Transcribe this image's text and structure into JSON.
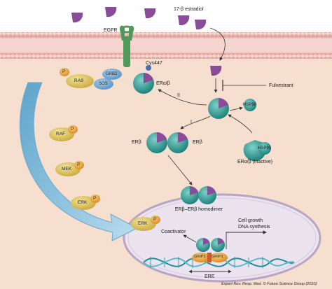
{
  "labels": {
    "estradiol": "17-β estradiol",
    "egfr": "EGFR",
    "cys447": "Cys447",
    "er_alpha_beta": "ERα/β",
    "fulvestrant": "Fulvestrant",
    "step_ii": "II",
    "step_i": "I",
    "er_beta_left": "ERβ",
    "er_beta_right": "ERβ",
    "hsp90_top": "HSP90",
    "hsp90_bottom": "HSP90",
    "er_inactive": "ERα/β (inactive)",
    "homodimer": "ERβ–ERβ homodimer",
    "coactivator": "Coactivator",
    "cell_growth": "Cell growth",
    "dna_synthesis": "DNA synthesis",
    "grip1_left": "GRIP1",
    "grip1_right": "GRIP1",
    "ere": "ERE"
  },
  "signaling": {
    "ras": "RAS",
    "raf": "RAF",
    "mek": "MEK",
    "erk": "ERK",
    "erk_nucleus": "ERK",
    "grb2": "GRB2",
    "sos": "SOS",
    "phospho": "P"
  },
  "credit": {
    "journal": "Expert Rev. Resp. Med.",
    "publisher": "© Future Science Group (2010)"
  },
  "colors": {
    "cytoplasm": "#f6dccb",
    "membrane_head": "#e6a9a4",
    "nucleus": "#eae4ee",
    "receptor_teal": "#2a9c95",
    "ligand_purple": "#8a4c99",
    "kinase_yellow": "#d8be55",
    "phospho_orange": "#e6a33a",
    "arrow_blue": "#79b6d6",
    "egfr_green": "#4f9a5a",
    "dna_teal": "#1f8fa0"
  }
}
